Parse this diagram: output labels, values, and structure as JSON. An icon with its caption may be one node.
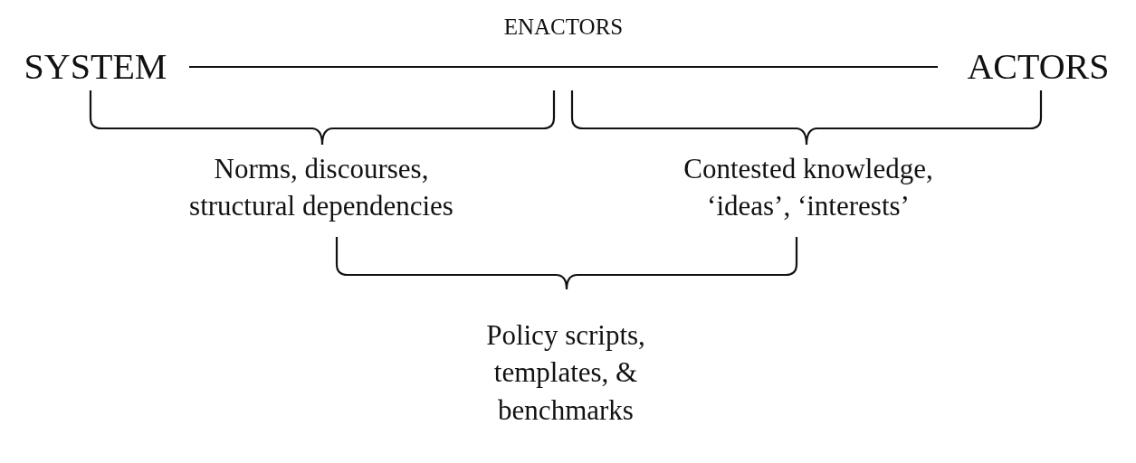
{
  "diagram": {
    "nodes": [
      {
        "text": [
          "SYSTEM"
        ]
      },
      {
        "text": [
          "ACTORS"
        ]
      },
      {
        "text": [
          "Norms, discourses, structural dependencies"
        ]
      },
      {
        "text": [
          "Contested knowledge, ‘ideas’, ‘interests’"
        ]
      },
      {
        "text": [
          "Policy scripts, templates, & benchmarks"
        ]
      }
    ],
    "edges": [
      {
        "from": 0,
        "to": 1,
        "arrow": "none",
        "label": "ENACTORS"
      }
    ]
  }
}
